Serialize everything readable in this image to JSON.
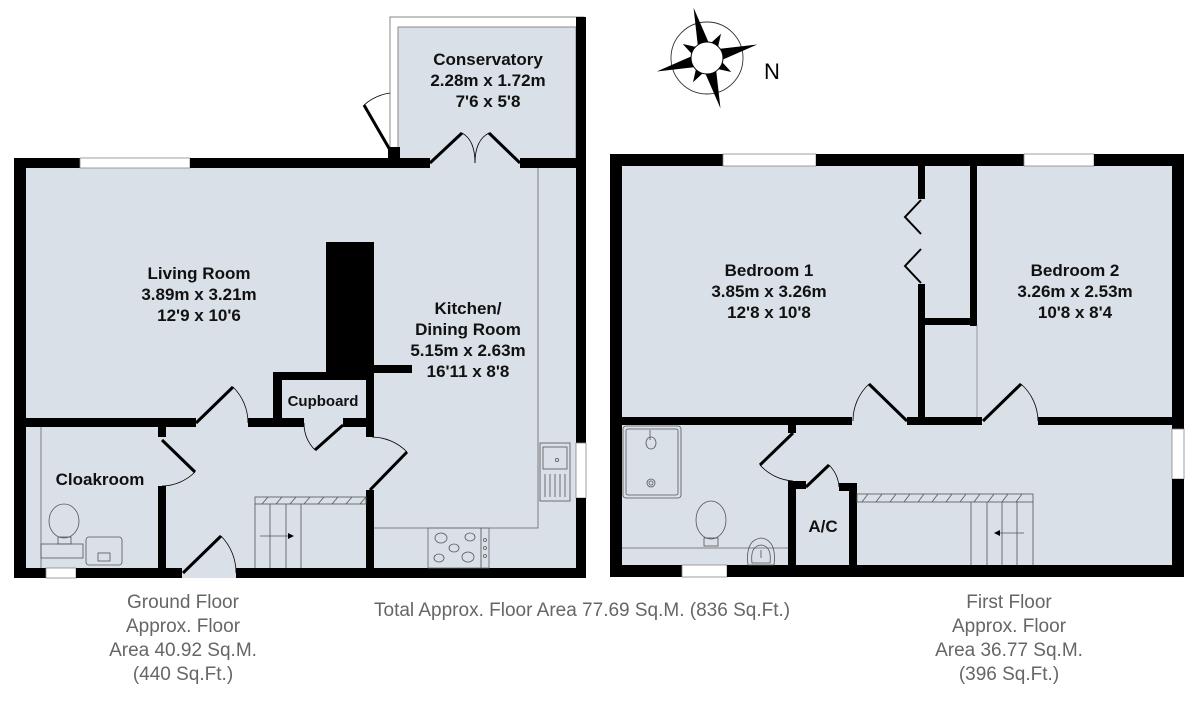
{
  "colors": {
    "wall": "#000000",
    "floor": "#d9e0e7",
    "caption": "#666666",
    "label": "#111111"
  },
  "compass": {
    "icon": "compass-rose-icon",
    "label": "N"
  },
  "ground_floor": {
    "rooms": [
      {
        "name": "Conservatory",
        "metric": "2.28m x 1.72m",
        "imperial": "7'6 x 5'8"
      },
      {
        "name": "Living Room",
        "metric": "3.89m x 3.21m",
        "imperial": "12'9 x 10'6"
      },
      {
        "name_line1": "Kitchen/",
        "name_line2": "Dining Room",
        "metric": "5.15m x 2.63m",
        "imperial": "16'11 x 8'8"
      },
      {
        "name": "Cupboard"
      },
      {
        "name": "Cloakroom"
      }
    ],
    "caption": {
      "line1": "Ground Floor",
      "line2": "Approx. Floor",
      "line3": "Area 40.92 Sq.M.",
      "line4": "(440 Sq.Ft.)"
    }
  },
  "first_floor": {
    "rooms": [
      {
        "name": "Bedroom 1",
        "metric": "3.85m x 3.26m",
        "imperial": "12'8 x 10'8"
      },
      {
        "name": "Bedroom 2",
        "metric": "3.26m x 2.53m",
        "imperial": "10'8 x 8'4"
      },
      {
        "name": "A/C"
      }
    ],
    "caption": {
      "line1": "First Floor",
      "line2": "Approx. Floor",
      "line3": "Area 36.77 Sq.M.",
      "line4": "(396 Sq.Ft.)"
    }
  },
  "total": "Total Approx. Floor Area 77.69 Sq.M. (836 Sq.Ft.)"
}
